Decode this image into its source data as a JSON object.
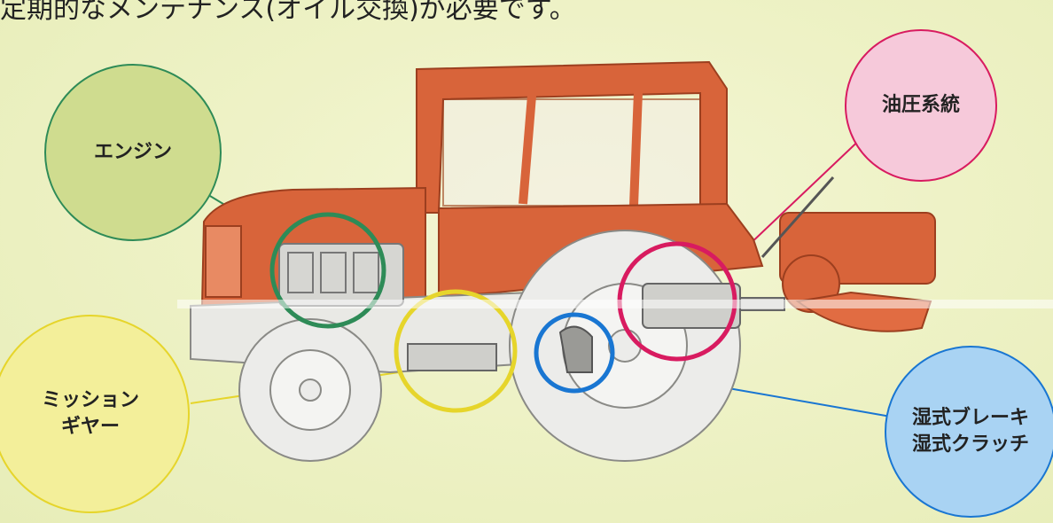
{
  "caption": "定期的なメンテナンス(オイル交換)が必要です。",
  "callouts": {
    "engine": {
      "label_lines": [
        "エンジン"
      ],
      "color": "#2e8b57",
      "fill": "#cfdc8f"
    },
    "hydraulic": {
      "label_lines": [
        "油圧系統"
      ],
      "color": "#d81b60",
      "fill": "#f6c9da"
    },
    "mission": {
      "label_lines": [
        "ミッション",
        "ギヤー"
      ],
      "color": "#e6d52b",
      "fill": "#f3ef9a"
    },
    "brake": {
      "label_lines": [
        "湿式ブレーキ",
        "湿式クラッチ"
      ],
      "color": "#1976d2",
      "fill": "#a9d3f3"
    }
  },
  "colors": {
    "tractor_body": "#d8643a",
    "tractor_dark": "#b8502a",
    "chassis": "#e9e9e5",
    "outline": "#8a8a86"
  }
}
